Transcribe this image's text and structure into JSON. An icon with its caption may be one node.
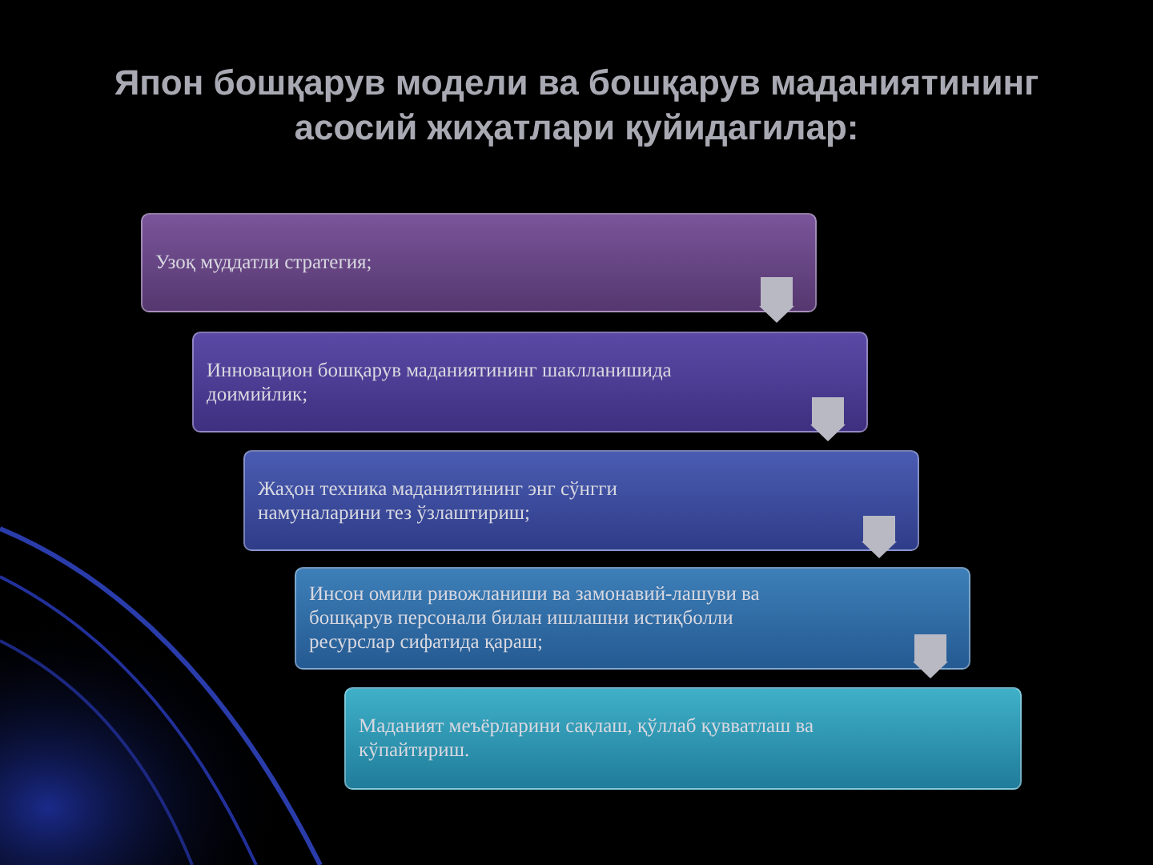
{
  "diagram": {
    "title": "Япон бошқарув модели ва бошқарув маданиятининг асосий жиҳатлари қуйидагилар:",
    "nodes": [
      {
        "text": [
          "Узоқ муддатли стратегия;"
        ]
      },
      {
        "text": [
          "Инновацион бошқарув маданиятининг шаклланишида доимийлик;"
        ]
      },
      {
        "text": [
          "Жаҳон техника маданиятининг энг сўнгги намуналарини тез ўзлаштириш;"
        ]
      },
      {
        "text": [
          "Инсон омили ривожланиши ва замонавий-лашуви ва бошқарув персонали билан ишлашни истиқболли ресурслар сифатида қараш;"
        ]
      },
      {
        "text": [
          "Маданият меъёрларини сақлаш, қўллаб қувватлаш ва кўпайтириш."
        ]
      }
    ],
    "edges": [
      {
        "from": 0,
        "to": 1,
        "arrow": "to"
      },
      {
        "from": 1,
        "to": 2,
        "arrow": "to"
      },
      {
        "from": 2,
        "to": 3,
        "arrow": "to"
      },
      {
        "from": 3,
        "to": 4,
        "arrow": "to"
      }
    ]
  }
}
